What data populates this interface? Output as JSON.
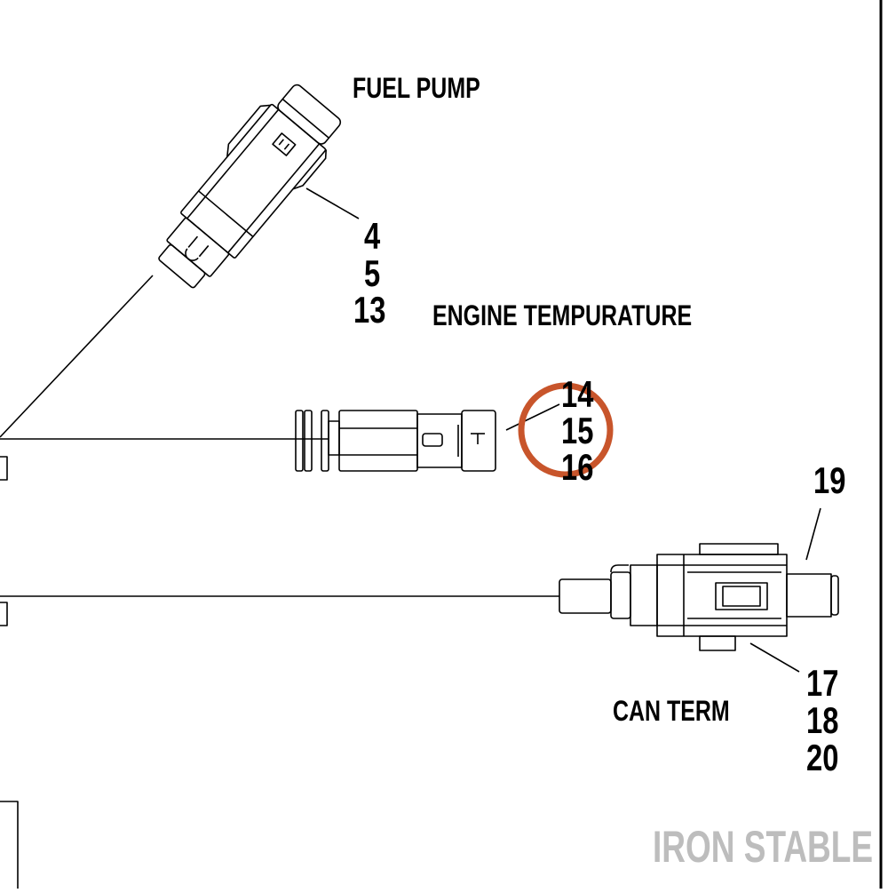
{
  "labels": {
    "fuel_pump": "FUEL PUMP",
    "engine_temperature": "ENGINE TEMPURATURE",
    "can_term": "CAN TERM"
  },
  "callouts": {
    "fuel_pump": [
      "4",
      "5",
      "13"
    ],
    "engine_temperature": [
      "14",
      "15",
      "16"
    ],
    "can_term_top": "19",
    "can_term_bottom": [
      "17",
      "18",
      "20"
    ]
  },
  "watermark": "IRON STABLE",
  "colors": {
    "line": "#000000",
    "highlight_circle": "#c8552b",
    "watermark": "#bdbdbd"
  }
}
